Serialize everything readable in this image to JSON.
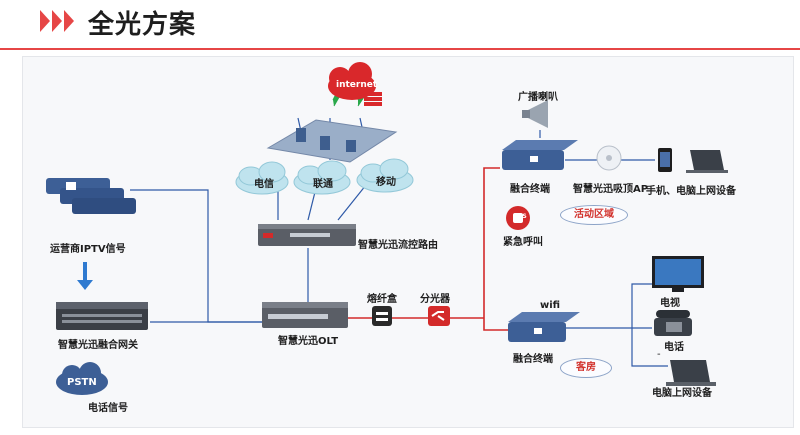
{
  "page": {
    "title": "全光方案",
    "accent_color": "#e64646"
  },
  "internet": {
    "label": "internet",
    "icon": "cloud-database-icon"
  },
  "carriers": {
    "telecom": "电信",
    "unicom": "联通",
    "mobile": "移动"
  },
  "nodes": {
    "iptv": "运营商IPTV信号",
    "gateway": "智慧光迅融合网关",
    "pstn": "PSTN",
    "phone_signal": "电话信号",
    "router": "智慧光迅流控路由",
    "olt": "智慧光迅OLT",
    "splice_box": "熔纤盒",
    "splitter": "分光器",
    "broadcast_horn": "广播喇叭",
    "terminal_top": "融合终端",
    "ceiling_ap": "智慧光迅吸顶AP",
    "phone_pc": "手机、电脑上网设备",
    "sos": "SOS",
    "emergency_call": "紧急呼叫",
    "activity_area": "活动区域",
    "wifi": "wifi",
    "terminal_bottom": "融合终端",
    "guest_room": "客房",
    "tv": "电视",
    "telephone": "电话",
    "dash": "-",
    "pc_device": "电脑上网设备"
  },
  "colors": {
    "line_blue": "#2f5aa8",
    "line_red": "#d32a2a",
    "cloud": "#bfe3ee",
    "device_blue": "#3d5f96",
    "server_gray": "#5a5e66"
  }
}
